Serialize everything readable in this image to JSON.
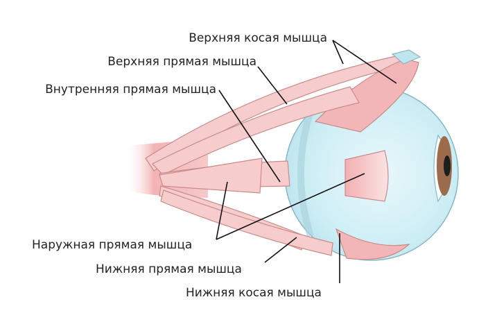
{
  "labels": {
    "superior_oblique": "Верхняя косая мышца",
    "superior_rectus": "Верхняя прямая мышца",
    "medial_rectus": "Внутренняя прямая мышца",
    "lateral_rectus": "Наружная прямая мышца",
    "inferior_rectus": "Нижняя прямая мышца",
    "inferior_oblique": "Нижняя косая мышца"
  },
  "colors": {
    "muscle": "#f6cccc",
    "muscle_dark": "#f0a7ab",
    "eyeball": "#cfeef4",
    "eyeball_edge": "#8ab5c1",
    "tendon": "#bfe6ee",
    "iris": "#9c6b4b",
    "pupil": "#1e1e1e",
    "line": "#111111",
    "text": "#222222"
  }
}
